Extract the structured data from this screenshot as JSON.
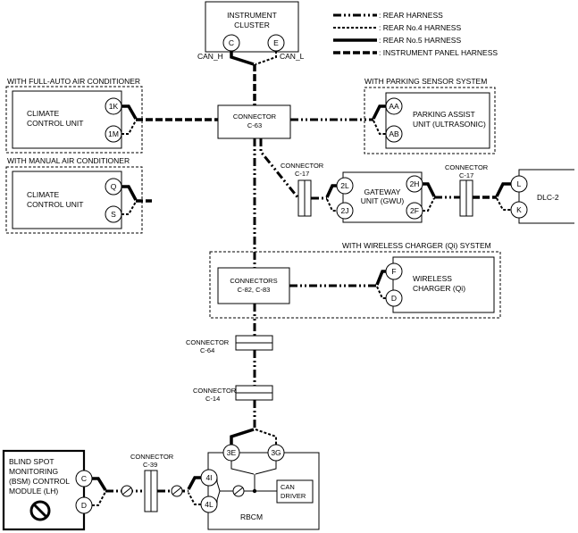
{
  "legend": {
    "rear": ": REAR HARNESS",
    "no4": ": REAR No.4 HARNESS",
    "no5": ": REAR No.5 HARNESS",
    "ip": ": INSTRUMENT PANEL HARNESS"
  },
  "instrument_cluster": {
    "line1": "INSTRUMENT",
    "line2": "CLUSTER",
    "pin_c": "C",
    "pin_e": "E",
    "can_h": "CAN_H",
    "can_l": "CAN_L"
  },
  "full_auto_group": "WITH FULL-AUTO AIR CONDITIONER",
  "climate_auto": {
    "line1": "CLIMATE",
    "line2": "CONTROL UNIT",
    "pin1": "1K",
    "pin2": "1M"
  },
  "manual_group": "WITH MANUAL AIR CONDITIONER",
  "climate_manual": {
    "line1": "CLIMATE",
    "line2": "CONTROL UNIT",
    "pin1": "Q",
    "pin2": "S"
  },
  "parking_group": "WITH PARKING SENSOR SYSTEM",
  "parking_unit": {
    "line1": "PARKING ASSIST",
    "line2": "UNIT (ULTRASONIC)",
    "pin1": "AA",
    "pin2": "AB"
  },
  "connector_c63": {
    "line1": "CONNECTOR",
    "line2": "C-63"
  },
  "connector_c17_left": {
    "line1": "CONNECTOR",
    "line2": "C-17"
  },
  "connector_c17_right": {
    "line1": "CONNECTOR",
    "line2": "C-17"
  },
  "gateway": {
    "line1": "GATEWAY",
    "line2": "UNIT (GWU)",
    "pin_2l": "2L",
    "pin_2j": "2J",
    "pin_2h": "2H",
    "pin_2f": "2F"
  },
  "dlc": {
    "label": "DLC-2",
    "pin_l": "L",
    "pin_k": "K"
  },
  "wireless_group": "WITH WIRELESS CHARGER (Qi) SYSTEM",
  "connectors_c82": {
    "line1": "CONNECTORS",
    "line2": "C-82, C-83"
  },
  "wireless_charger": {
    "line1": "WIRELESS",
    "line2": "CHARGER (Qi)",
    "pin_f": "F",
    "pin_d": "D"
  },
  "connector_c64": {
    "line1": "CONNECTOR",
    "line2": "C-64"
  },
  "connector_c14": {
    "line1": "CONNECTOR",
    "line2": "C-14"
  },
  "connector_c39": {
    "line1": "CONNECTOR",
    "line2": "C-39"
  },
  "bsm": {
    "line1": "BLIND SPOT",
    "line2": "MONITORING",
    "line3": "(BSM) CONTROL",
    "line4": "MODULE (LH)",
    "pin_c": "C",
    "pin_d": "D"
  },
  "rbcm": {
    "label": "RBCM",
    "pin_3e": "3E",
    "pin_3g": "3G",
    "pin_4i": "4I",
    "pin_4l": "4L",
    "can_line1": "CAN",
    "can_line2": "DRIVER"
  }
}
